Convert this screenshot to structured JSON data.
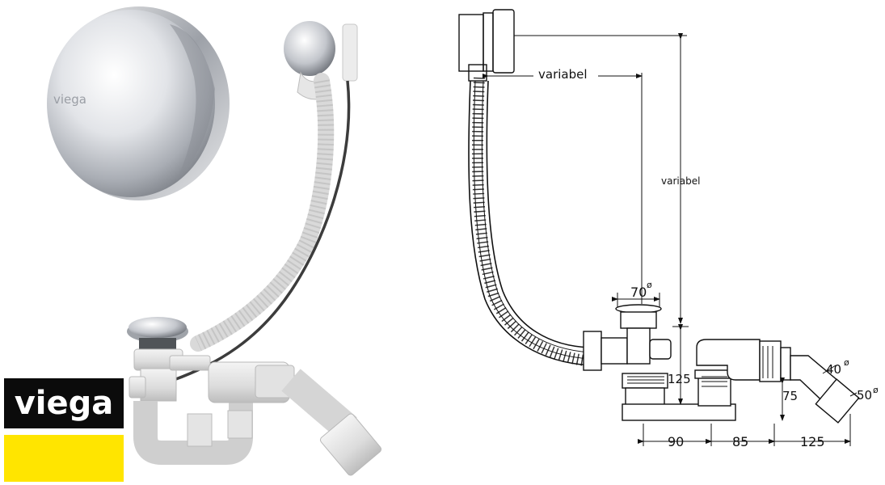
{
  "brand": {
    "logo_text": "viega",
    "cap_text": "viega",
    "colors": {
      "logo_black": "#0b0b0b",
      "logo_yellow": "#ffe500",
      "chrome": "#c8ccd2"
    }
  },
  "drawing": {
    "label_variabel_h": "variabel",
    "label_variabel_v": "variabel",
    "dim_70": "70",
    "dim_125v": "125",
    "dim_75": "75",
    "dim_40": "40",
    "dim_50": "50",
    "dim_90": "90",
    "dim_85": "85",
    "dim_125h": "125",
    "diameter_symbol": "ø"
  }
}
